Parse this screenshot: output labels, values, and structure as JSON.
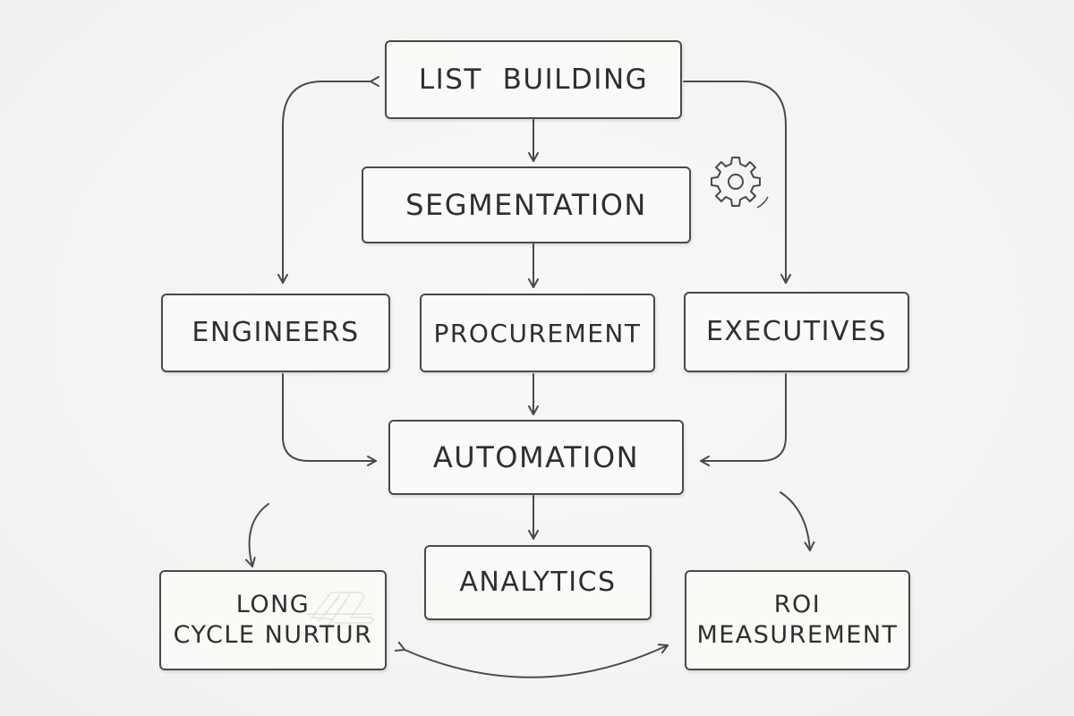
{
  "diagram": {
    "nodes": {
      "list_building": "LIST  BUILDING",
      "segmentation": "SEGMENTATION",
      "engineers": "ENGINEERS",
      "procurement": "PROCUREMENT",
      "executives": "EXECUTIVES",
      "automation": "AUTOMATION",
      "analytics": "ANALYTICS",
      "long_cycle_line1": "LONG",
      "long_cycle_line2": "CYCLE NURTUR",
      "roi_line1": "ROI",
      "roi_line2": "MEASUREMENT"
    },
    "icons": [
      "gear-icon"
    ],
    "colors": {
      "stroke": "#4a4a4a",
      "background": "#f5f5f3"
    }
  }
}
